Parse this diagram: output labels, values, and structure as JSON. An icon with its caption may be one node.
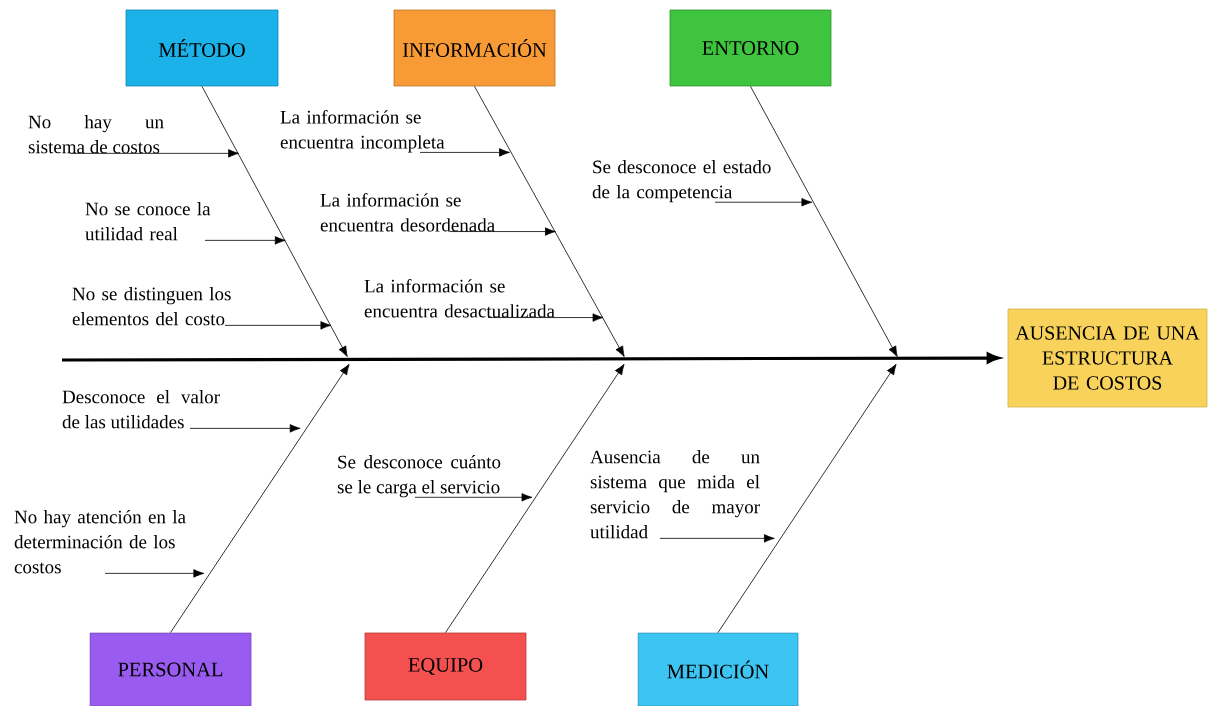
{
  "diagram": {
    "nodes": [
      {
        "text": [
          "MÉTODO"
        ]
      },
      {
        "text": [
          "INFORMACIÓN"
        ]
      },
      {
        "text": [
          "ENTORNO"
        ]
      },
      {
        "text": [
          "No hay un sistema de costos"
        ]
      },
      {
        "text": [
          "La información se encuentra incompleta"
        ]
      },
      {
        "text": [
          "Se desconoce el estado de la competencia"
        ]
      },
      {
        "text": [
          "No se conoce la utilidad real"
        ]
      },
      {
        "text": [
          "La información se encuentra desordenada"
        ]
      },
      {
        "text": [
          "No se distinguen los elementos del costo"
        ]
      },
      {
        "text": [
          "La información se encuentra desactualizada"
        ]
      },
      {
        "text": [
          "AUSENCIA DE UNA ESTRUCTURA DE COSTOS"
        ]
      },
      {
        "text": [
          "Desconoce el valor de las utilidades"
        ]
      },
      {
        "text": [
          "Se desconoce cuánto se le carga el servicio"
        ]
      },
      {
        "text": [
          "Ausencia de un sistema que mida el servicio de mayor utilidad"
        ]
      },
      {
        "text": [
          "No hay atención en la determinación de los costos"
        ]
      },
      {
        "text": [
          "PERSONAL"
        ]
      },
      {
        "text": [
          "EQUIPO"
        ]
      },
      {
        "text": [
          "MEDICIÓN"
        ]
      }
    ],
    "edges": [
      {
        "from": null,
        "to": 10,
        "arrow": "to",
        "style": "thick"
      },
      {
        "from": 0,
        "to": null,
        "arrow": "to"
      },
      {
        "from": 1,
        "to": null,
        "arrow": "to"
      },
      {
        "from": 2,
        "to": null,
        "arrow": "to"
      },
      {
        "from": 15,
        "to": null,
        "arrow": "to"
      },
      {
        "from": 16,
        "to": null,
        "arrow": "to"
      },
      {
        "from": 17,
        "to": null,
        "arrow": "to"
      },
      {
        "from": 3,
        "to": null,
        "arrow": "to"
      },
      {
        "from": 4,
        "to": null,
        "arrow": "to"
      },
      {
        "from": 5,
        "to": null,
        "arrow": "to"
      },
      {
        "from": 6,
        "to": null,
        "arrow": "to"
      },
      {
        "from": 7,
        "to": null,
        "arrow": "to"
      },
      {
        "from": 8,
        "to": null,
        "arrow": "to"
      },
      {
        "from": 9,
        "to": null,
        "arrow": "to"
      },
      {
        "from": 11,
        "to": null,
        "arrow": "to"
      },
      {
        "from": 12,
        "to": null,
        "arrow": "to"
      },
      {
        "from": 13,
        "to": null,
        "arrow": "to"
      },
      {
        "from": 14,
        "to": null,
        "arrow": "to"
      }
    ]
  }
}
